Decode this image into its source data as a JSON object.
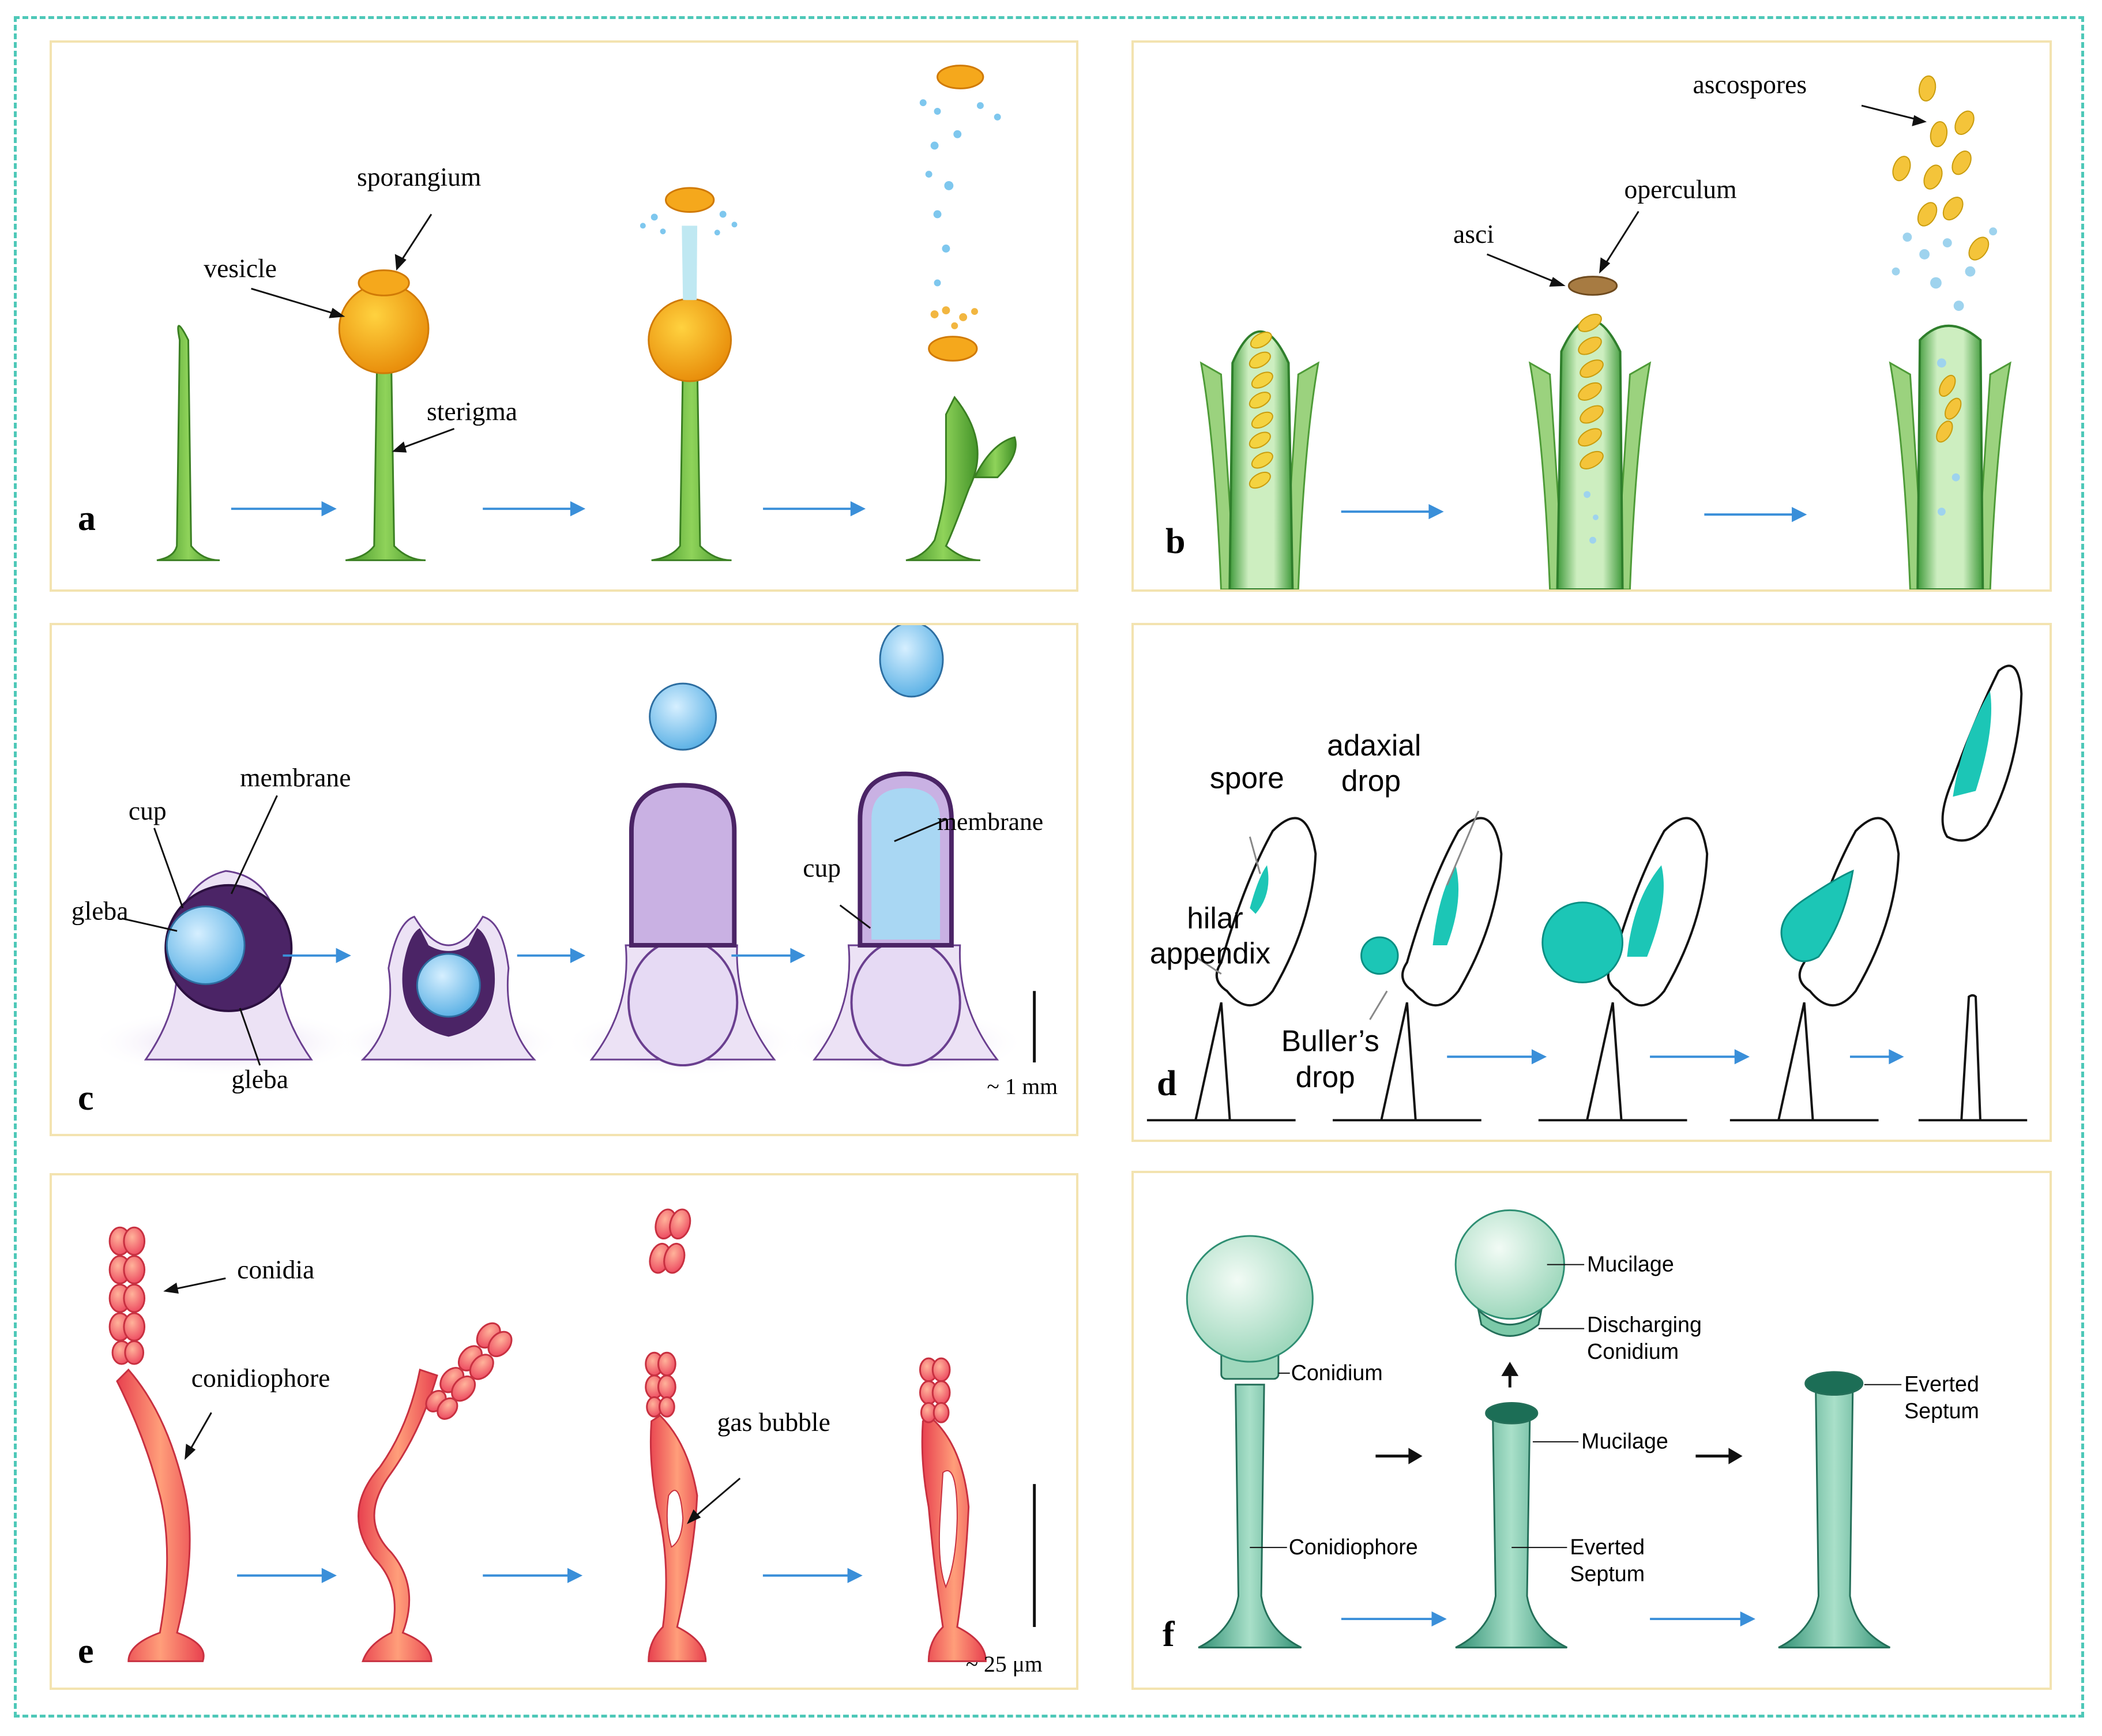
{
  "panels": {
    "a": {
      "letter": "a",
      "labels": {
        "sporangium": "sporangium",
        "vesicle": "vesicle",
        "sterigma": "sterigma"
      }
    },
    "b": {
      "letter": "b",
      "labels": {
        "ascospores": "ascospores",
        "operculum": "operculum",
        "asci": "asci"
      }
    },
    "c": {
      "letter": "c",
      "labels": {
        "cup": "cup",
        "membrane": "membrane",
        "gleba_top": "gleba",
        "gleba_bottom": "gleba",
        "cup_right": "cup",
        "membrane_right": "membrane"
      },
      "scale": "~ 1 mm"
    },
    "d": {
      "letter": "d",
      "labels": {
        "spore": "spore",
        "adaxial_line1": "adaxial",
        "adaxial_line2": "drop",
        "hilar_line1": "hilar",
        "hilar_line2": "appendix",
        "buller_line1": "Buller’s",
        "buller_line2": "drop"
      }
    },
    "e": {
      "letter": "e",
      "labels": {
        "conidia": "conidia",
        "conidiophore": "conidiophore",
        "gas_bubble": "gas bubble"
      },
      "scale": "~ 25 μm"
    },
    "f": {
      "letter": "f",
      "labels": {
        "conidium": "Conidium",
        "conidiophore": "Conidiophore",
        "mucilage_top": "Mucilage",
        "discharging_line1": "Discharging",
        "discharging_line2": "Conidium",
        "mucilage_mid": "Mucilage",
        "everted_mid_line1": "Everted",
        "everted_mid_line2": "Septum",
        "everted_right_line1": "Everted",
        "everted_right_line2": "Septum"
      }
    }
  },
  "colors": {
    "frame": "#4ec8b8",
    "panel_border": "#f3e3b0",
    "arrow": "#3a8fd9",
    "stalk_green": "#5aae3a",
    "sporangium_orange": "#f2a21a",
    "spore_teal": "#1cc6b6",
    "conidia_red": "#ef4f63",
    "fungus_purple": "#6a3f8f",
    "bubble_blue": "#7ec7ee",
    "conidiophore_green": "#5fb49a"
  }
}
